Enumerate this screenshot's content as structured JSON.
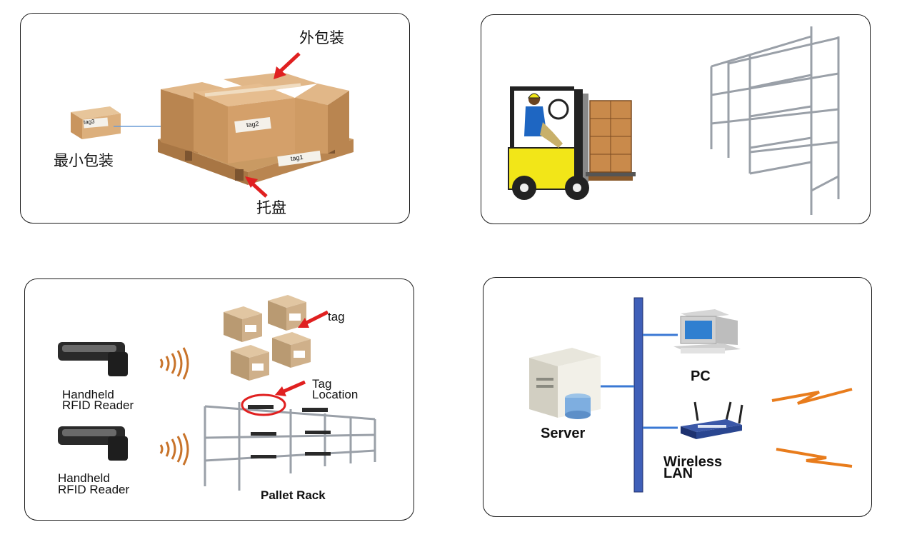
{
  "panel1": {
    "label_outer": "外包装",
    "label_min": "最小包装",
    "label_pallet": "托盘",
    "tag_small": "tag3",
    "tag_mid": "tag2",
    "tag_pallet": "tag1"
  },
  "panel3": {
    "reader_top_line1": "Handheld",
    "reader_top_line2": "RFID Reader",
    "reader_bottom_line1": "Handheld",
    "reader_bottom_line2": "RFID Reader",
    "tag_label": "tag",
    "tag_location_line1": "Tag",
    "tag_location_line2": "Location",
    "rack_label": "Pallet Rack"
  },
  "panel4": {
    "server_label": "Server",
    "pc_label": "PC",
    "wlan_line1": "Wireless",
    "wlan_line2": "LAN"
  },
  "colors": {
    "box": "#c9955e",
    "box_dark": "#a8743f",
    "box_top": "#e1b788",
    "arrow": "#e02020",
    "forklift": "#f2e618",
    "network_bus": "#3f5fb8",
    "network_line": "#3a78d4",
    "signal": "#e87c1c",
    "wave": "#c8732a"
  }
}
